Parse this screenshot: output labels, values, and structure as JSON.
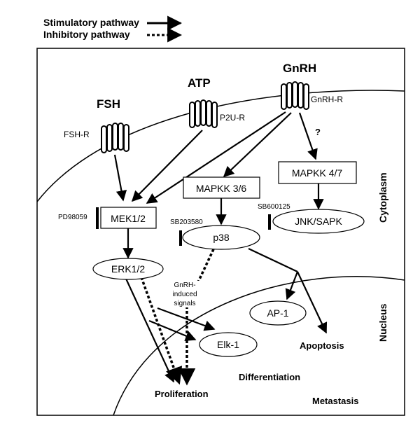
{
  "legend": {
    "stimulatory": "Stimulatory pathway",
    "inhibitory": "Inhibitory pathway"
  },
  "ligands": {
    "fsh": "FSH",
    "atp": "ATP",
    "gnrh": "GnRH"
  },
  "receptors": {
    "fsh_r": "FSH-R",
    "p2u_r": "P2U-R",
    "gnrh_r": "GnRH-R",
    "unknown": "?"
  },
  "nodes": {
    "mek": "MEK1/2",
    "mapkk36": "MAPKK 3/6",
    "mapkk47": "MAPKK 4/7",
    "erk": "ERK1/2",
    "p38": "p38",
    "jnk": "JNK/SAPK",
    "ap1": "AP-1",
    "elk1": "Elk-1"
  },
  "inhibitors": {
    "pd": "PD98059",
    "sb203": "SB203580",
    "sb600": "SB600125"
  },
  "signals": {
    "line1": "GnRH-",
    "line2": "induced",
    "line3": "signals"
  },
  "compartments": {
    "cytoplasm": "Cytoplasm",
    "nucleus": "Nucleus"
  },
  "outcomes": {
    "apoptosis": "Apoptosis",
    "differentiation": "Differentiation",
    "proliferation": "Proliferation",
    "metastasis": "Metastasis"
  }
}
